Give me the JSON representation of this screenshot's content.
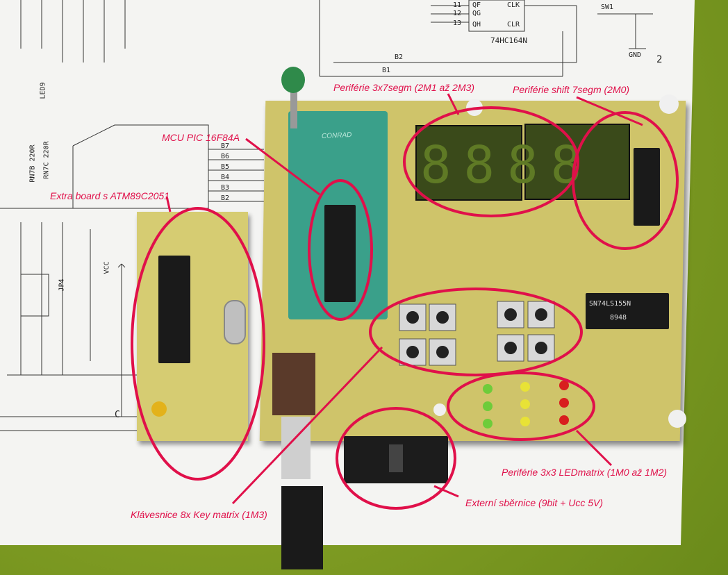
{
  "schematic": {
    "chip_label": "74HC164N",
    "gnd": "GND",
    "sw": "SW1",
    "pin_row": [
      "11",
      "12",
      "13"
    ],
    "qf": "QF",
    "qg": "QG",
    "qh": "QH",
    "clk": "CLK",
    "clr": "CLR",
    "b1": "B1",
    "b2": "B2",
    "bus_pins": [
      "B7",
      "B6",
      "B5",
      "B4",
      "B3",
      "B2"
    ],
    "vcc": "VCC",
    "c": "C",
    "rn": "RN7B 220R",
    "rnc": "RN7C 220R",
    "led": "LED9",
    "jp": "JP4",
    "num2": "2"
  },
  "labels": {
    "periferie_7segm": "Periférie 3x7segm (2M1 až 2M3)",
    "periferie_shift": "Periférie shift 7segm (2M0)",
    "mcu": "MCU PIC 16F84A",
    "extra_board": "Extra board s ATM89C2051",
    "klavesnice": "Klávesnice 8x Key matrix (1M3)",
    "externi": "Externí sběrnice (9bit + Ucc 5V)",
    "ledmatrix": "Periférie 3x3 LEDmatrix (1M0 až 1M2)"
  },
  "chips": {
    "socket_brand": "CONRAD",
    "logic_chip": "SN74LS155N",
    "logic_code": "8948"
  },
  "colors": {
    "annotation": "#e0104a",
    "pcb": "#cfc46a",
    "grass": "#8fae2c",
    "socket": "#3aa08a",
    "display": "#3a4a1a"
  }
}
